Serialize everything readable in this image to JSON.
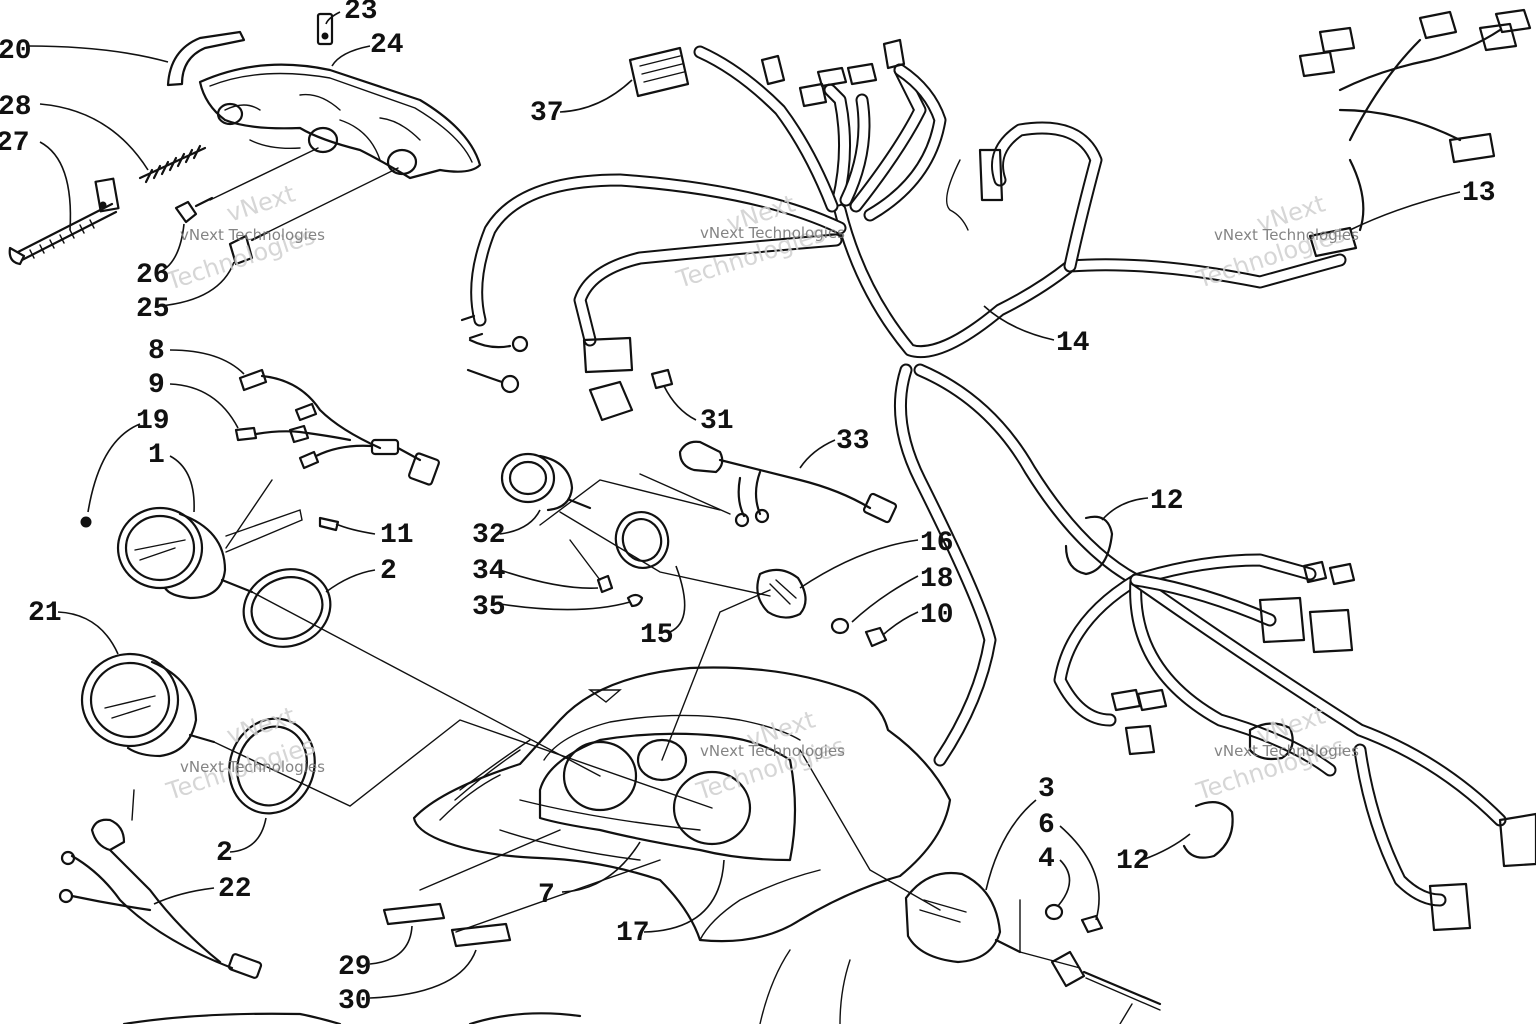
{
  "watermark": {
    "brand_top": "vNext",
    "brand_bottom": "Technologies",
    "brand_full": "vNext Technologies"
  },
  "callouts": [
    "20",
    "23",
    "24",
    "28",
    "27",
    "26",
    "25",
    "8",
    "9",
    "19",
    "1",
    "11",
    "2",
    "21",
    "2",
    "22",
    "37",
    "31",
    "33",
    "32",
    "34",
    "35",
    "15",
    "16",
    "18",
    "10",
    "12",
    "13",
    "14",
    "12",
    "3",
    "6",
    "4",
    "7",
    "17",
    "29",
    "30"
  ]
}
